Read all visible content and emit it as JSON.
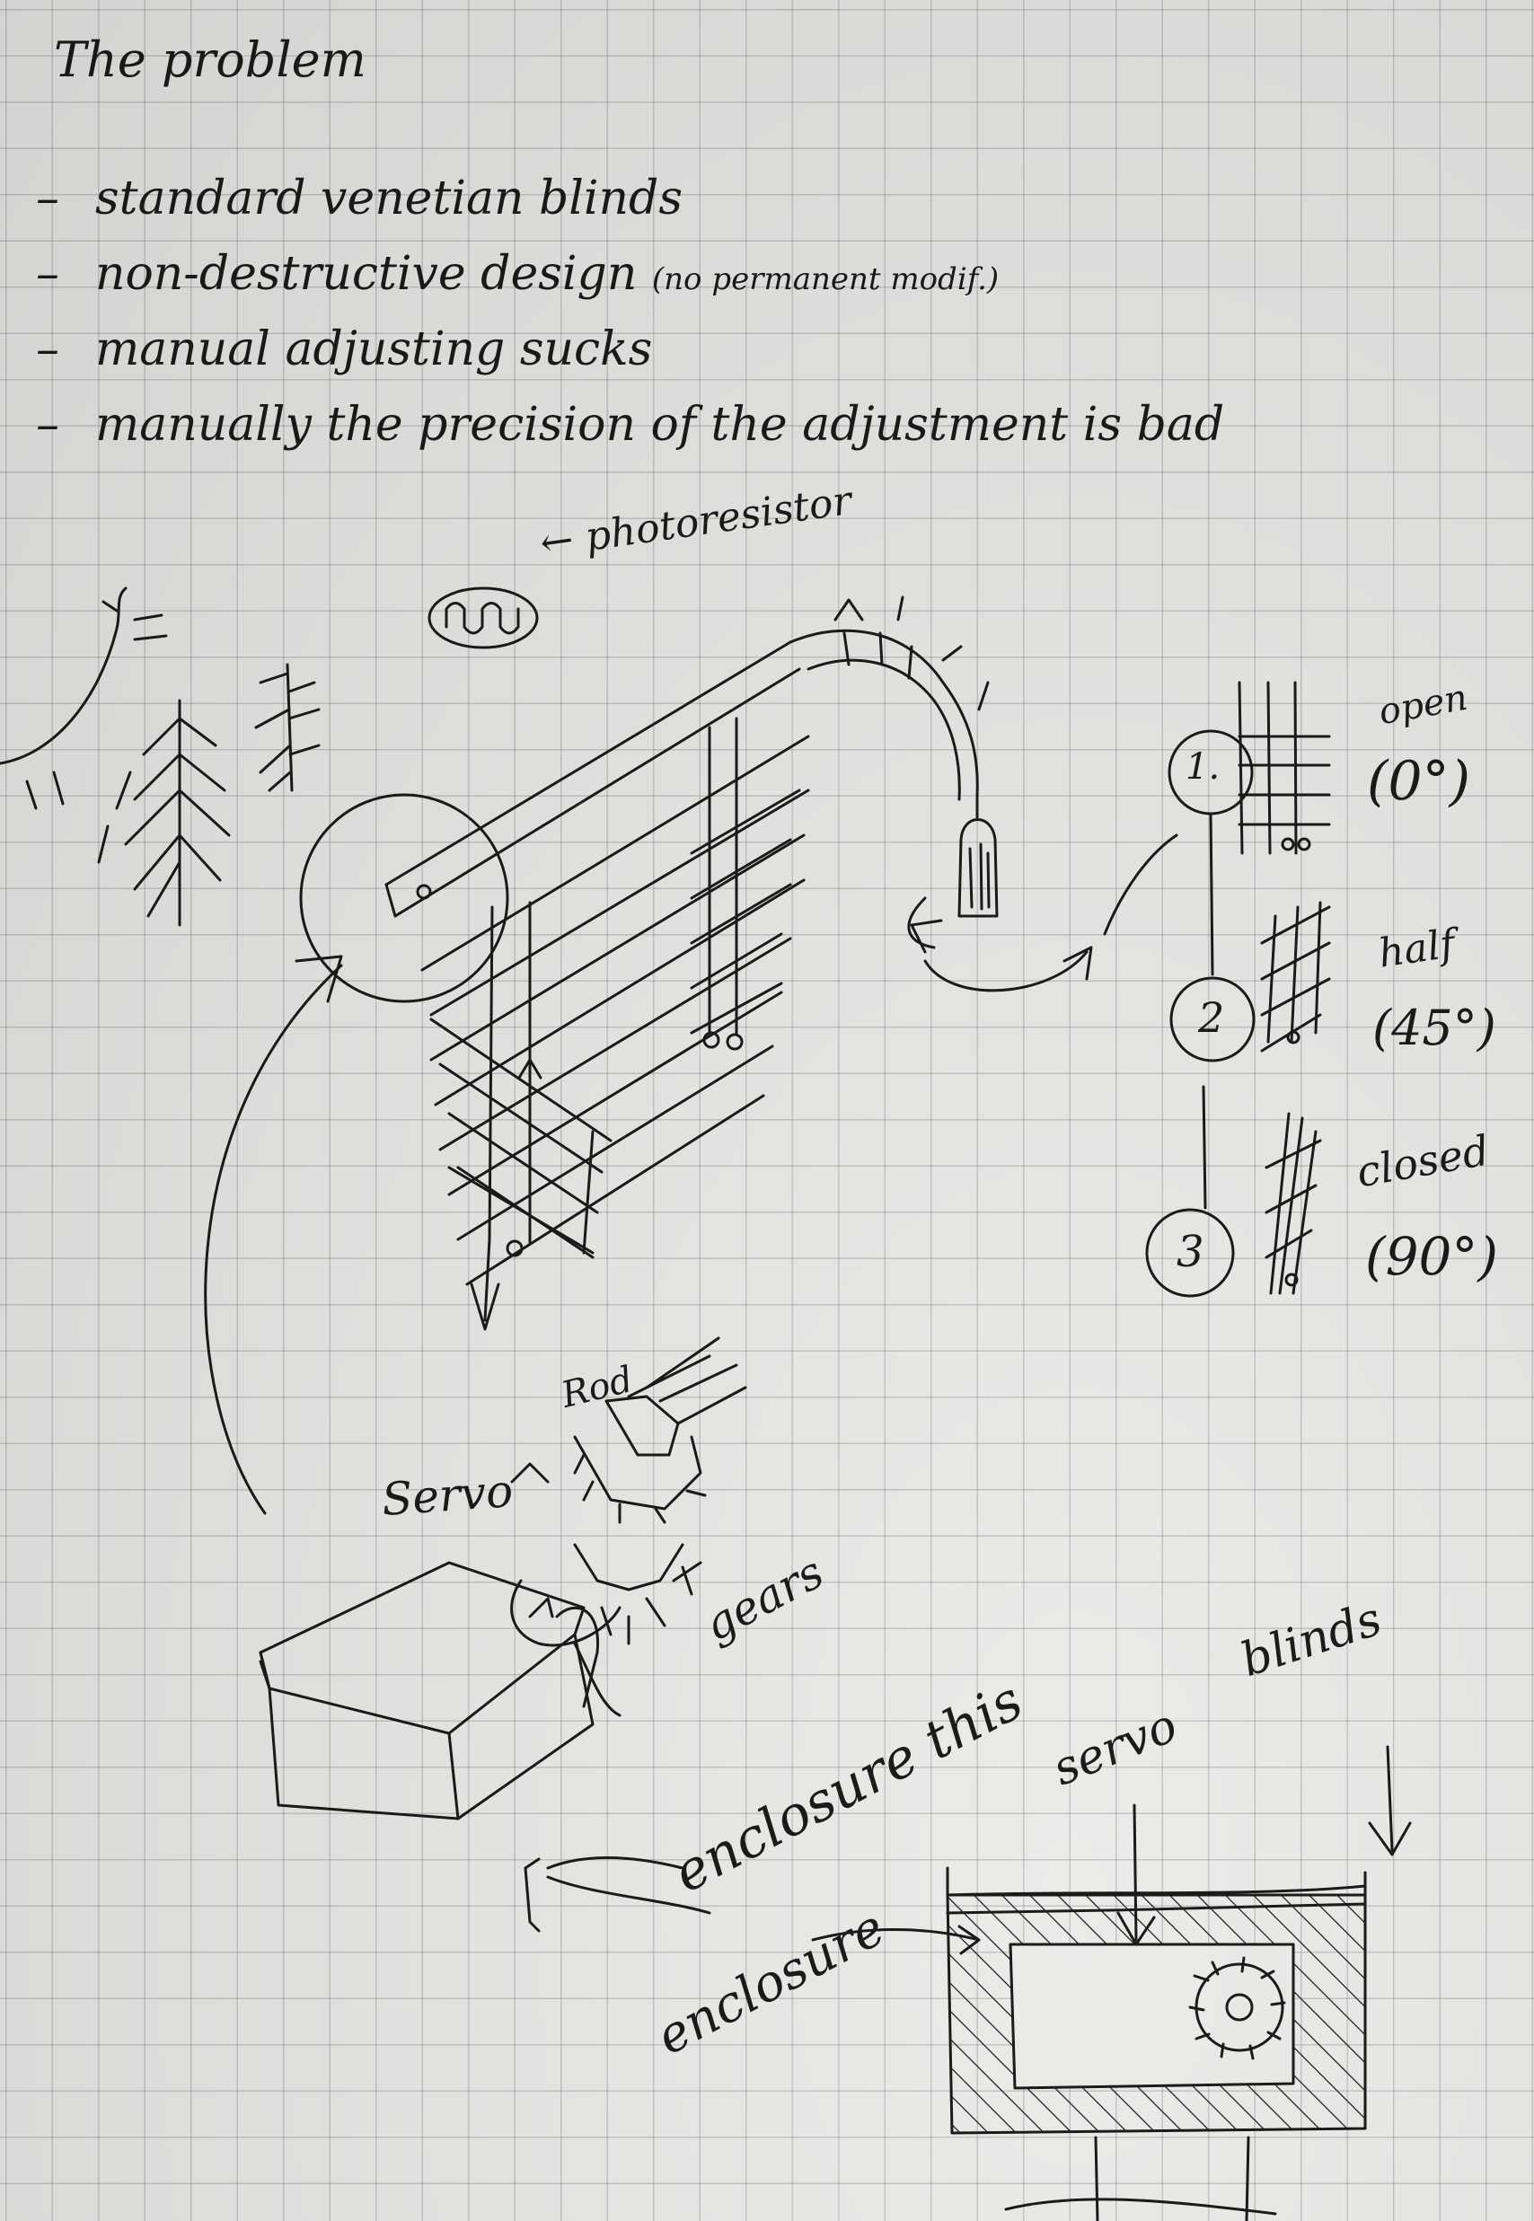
{
  "title": "The problem",
  "bullets": [
    {
      "text": "standard venetian blinds"
    },
    {
      "text": "non-destructive design",
      "aside": "(no permanent modif.)"
    },
    {
      "text": "manual adjusting sucks"
    },
    {
      "text": "manually the precision of the adjustment is bad"
    }
  ],
  "labels": {
    "photoresistor": "← photoresistor",
    "open": "open",
    "open_angle": "(0°)",
    "half": "half",
    "half_angle": "(45°)",
    "closed": "closed",
    "closed_angle": "(90°)",
    "step1": "1.",
    "step2": "2",
    "step3": "3",
    "rod": "Rod",
    "servo": "Servo",
    "gears": "gears",
    "enclosure_this": "enclosure this",
    "servo_lower": "servo",
    "blinds": "blinds",
    "enclosure": "enclosure"
  },
  "colors": {
    "ink": "#1b1b1b",
    "paper": "#ecebe8",
    "grid": "#8a8a8f"
  }
}
